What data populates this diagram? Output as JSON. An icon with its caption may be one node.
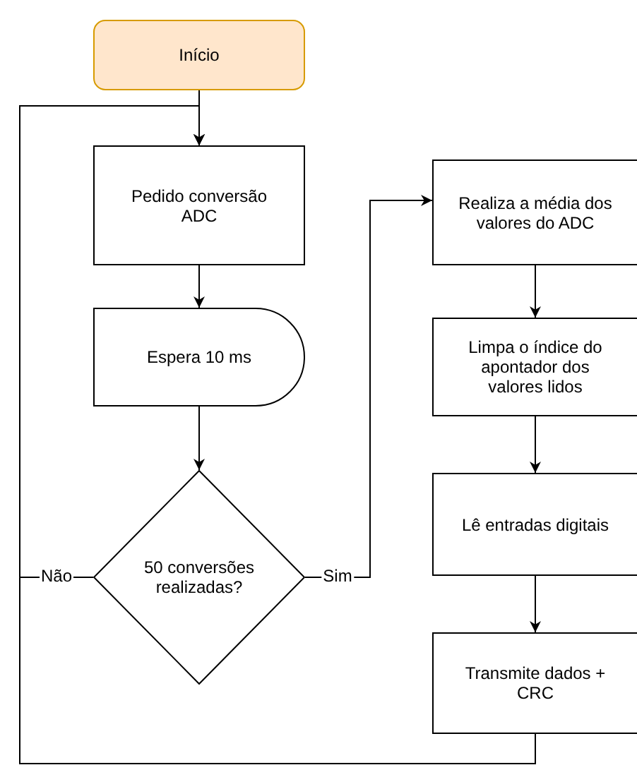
{
  "diagram": {
    "nodes": [
      {
        "text": [
          "Início"
        ]
      },
      {
        "text": [
          "Pedido conversão ADC"
        ]
      },
      {
        "text": [
          "Espera 10 ms"
        ]
      },
      {
        "text": [
          "50 conversões realizadas?"
        ]
      },
      {
        "text": [
          "Realiza a média dos valores do ADC"
        ]
      },
      {
        "text": [
          "Limpa o índice do apontador dos valores lidos"
        ]
      },
      {
        "text": [
          "Lê entradas digitais"
        ]
      },
      {
        "text": [
          "Transmite dados + CRC"
        ]
      }
    ],
    "edges": [
      {
        "from": 0,
        "to": 1,
        "arrow": "to"
      },
      {
        "from": 1,
        "to": 2,
        "arrow": "to"
      },
      {
        "from": 2,
        "to": 3,
        "arrow": "to"
      },
      {
        "from": 3,
        "to": 1,
        "arrow": "to",
        "label": "Não"
      },
      {
        "from": 3,
        "to": 4,
        "arrow": "to",
        "label": "Sim"
      },
      {
        "from": 4,
        "to": 5,
        "arrow": "to"
      },
      {
        "from": 5,
        "to": 6,
        "arrow": "to"
      },
      {
        "from": 6,
        "to": 7,
        "arrow": "to"
      },
      {
        "from": 7,
        "to": 1,
        "arrow": "to"
      }
    ]
  }
}
